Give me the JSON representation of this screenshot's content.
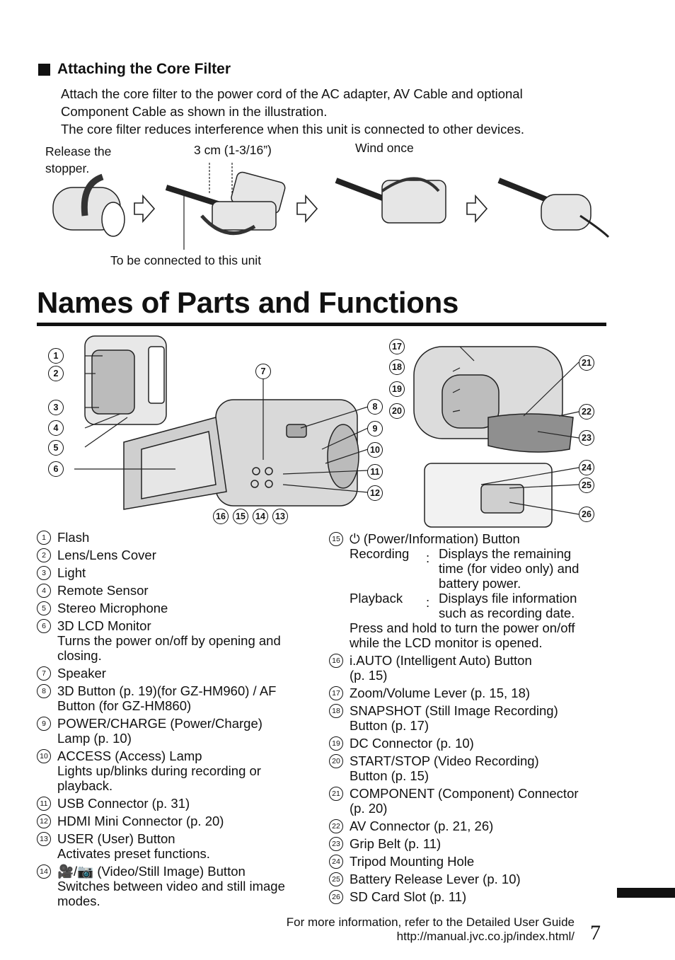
{
  "section": {
    "title": "Attaching the Core Filter",
    "paragraphs": [
      "Attach the core filter to the power cord of the AC adapter, AV Cable and optional",
      "Component Cable as shown in the illustration.",
      "The core filter reduces interference when this unit is connected to other devices."
    ],
    "labels": {
      "release": "Release the stopper.",
      "measure": "3 cm (1-3/16”)",
      "wind": "Wind once",
      "connect": "To be connected to this unit"
    }
  },
  "heading": "Names of Parts and Functions",
  "callouts": [
    "1",
    "2",
    "3",
    "4",
    "5",
    "6",
    "7",
    "8",
    "9",
    "10",
    "11",
    "12",
    "13",
    "14",
    "15",
    "16",
    "17",
    "18",
    "19",
    "20",
    "21",
    "22",
    "23",
    "24",
    "25",
    "26"
  ],
  "left_list": [
    {
      "n": "1",
      "title": "Flash",
      "lines": []
    },
    {
      "n": "2",
      "title": "Lens/Lens Cover",
      "lines": []
    },
    {
      "n": "3",
      "title": "Light",
      "lines": []
    },
    {
      "n": "4",
      "title": "Remote Sensor",
      "lines": []
    },
    {
      "n": "5",
      "title": "Stereo Microphone",
      "lines": []
    },
    {
      "n": "6",
      "title": "3D LCD Monitor",
      "lines": [
        "Turns the power on/off by opening and",
        "closing."
      ]
    },
    {
      "n": "7",
      "title": "Speaker",
      "lines": []
    },
    {
      "n": "8",
      "title": "3D Button (p. 19)(for GZ-HM960) / AF",
      "lines": [
        "Button (for GZ-HM860)"
      ]
    },
    {
      "n": "9",
      "title": "POWER/CHARGE (Power/Charge)",
      "lines": [
        "Lamp (p. 10)"
      ]
    },
    {
      "n": "10",
      "title": "ACCESS (Access) Lamp",
      "lines": [
        "Lights up/blinks during recording or",
        "playback."
      ]
    },
    {
      "n": "11",
      "title": "USB Connector (p. 31)",
      "lines": []
    },
    {
      "n": "12",
      "title": "HDMI Mini Connector (p. 20)",
      "lines": []
    },
    {
      "n": "13",
      "title": "USER (User) Button",
      "lines": [
        "Activates preset functions."
      ]
    },
    {
      "n": "14",
      "title": "🎥/📷 (Video/Still Image) Button",
      "lines": [
        "Switches between video and still image",
        "modes."
      ]
    }
  ],
  "power_item": {
    "n": "15",
    "title": "⏻ (Power/Information) Button",
    "rows": [
      {
        "k": "Recording",
        "v": [
          "Displays the remaining",
          "time (for video only) and",
          "battery power."
        ]
      },
      {
        "k": "Playback",
        "v": [
          "Displays file information",
          "such as recording date."
        ]
      }
    ],
    "lines": [
      "Press and hold to turn the power on/off",
      "while the LCD monitor is opened."
    ]
  },
  "right_list": [
    {
      "n": "16",
      "title": "i.AUTO (Intelligent Auto) Button",
      "lines": [
        "(p. 15)"
      ]
    },
    {
      "n": "17",
      "title": "Zoom/Volume Lever (p. 15, 18)",
      "lines": []
    },
    {
      "n": "18",
      "title": "SNAPSHOT (Still Image Recording)",
      "lines": [
        "Button (p. 17)"
      ]
    },
    {
      "n": "19",
      "title": "DC Connector (p. 10)",
      "lines": []
    },
    {
      "n": "20",
      "title": "START/STOP (Video Recording)",
      "lines": [
        "Button (p. 15)"
      ]
    },
    {
      "n": "21",
      "title": "COMPONENT (Component) Connector",
      "lines": [
        "(p. 20)"
      ]
    },
    {
      "n": "22",
      "title": "AV Connector (p. 21, 26)",
      "lines": []
    },
    {
      "n": "23",
      "title": "Grip Belt (p. 11)",
      "lines": []
    },
    {
      "n": "24",
      "title": "Tripod Mounting Hole",
      "lines": []
    },
    {
      "n": "25",
      "title": "Battery Release Lever (p. 10)",
      "lines": []
    },
    {
      "n": "26",
      "title": "SD Card Slot (p. 11)",
      "lines": []
    }
  ],
  "footer": {
    "line1": "For more information, refer to the Detailed User Guide",
    "line2": "http://manual.jvc.co.jp/index.html/",
    "page": "7"
  }
}
